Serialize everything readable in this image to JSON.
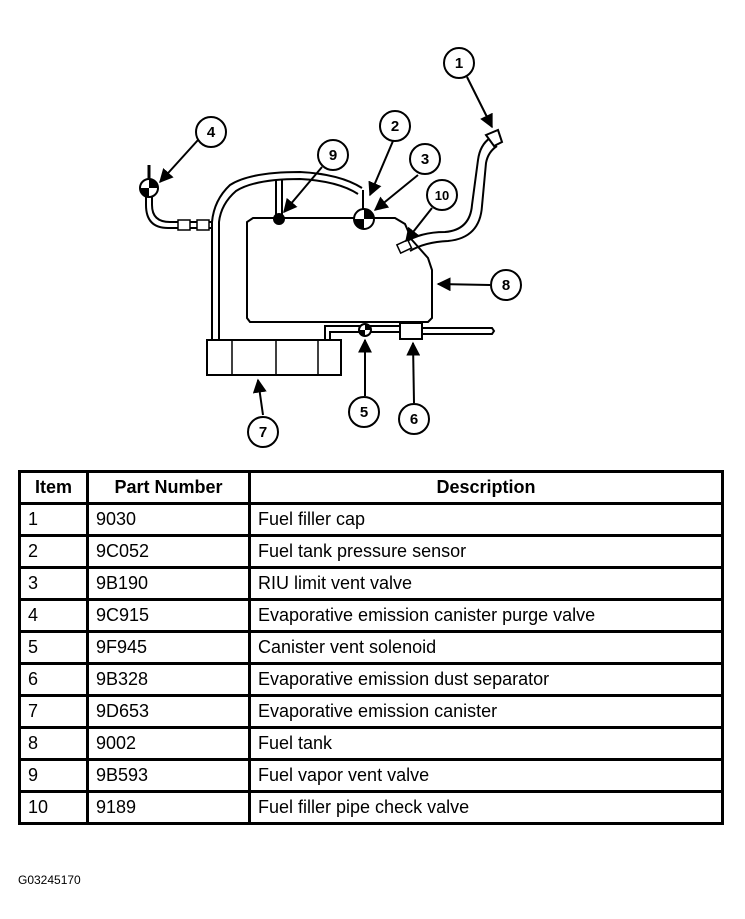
{
  "callouts": [
    "1",
    "2",
    "3",
    "4",
    "5",
    "6",
    "7",
    "8",
    "9",
    "10"
  ],
  "table": {
    "headers": [
      "Item",
      "Part Number",
      "Description"
    ],
    "rows": [
      [
        "1",
        "9030",
        "Fuel filler cap"
      ],
      [
        "2",
        "9C052",
        "Fuel tank pressure sensor"
      ],
      [
        "3",
        "9B190",
        "RIU limit vent valve"
      ],
      [
        "4",
        "9C915",
        "Evaporative emission canister purge valve"
      ],
      [
        "5",
        "9F945",
        "Canister vent solenoid"
      ],
      [
        "6",
        "9B328",
        "Evaporative emission dust separator"
      ],
      [
        "7",
        "9D653",
        "Evaporative emission canister"
      ],
      [
        "8",
        "9002",
        "Fuel tank"
      ],
      [
        "9",
        "9B593",
        "Fuel vapor vent valve"
      ],
      [
        "10",
        "9189",
        "Fuel filler pipe check valve"
      ]
    ]
  },
  "figure_code": "G03245170"
}
